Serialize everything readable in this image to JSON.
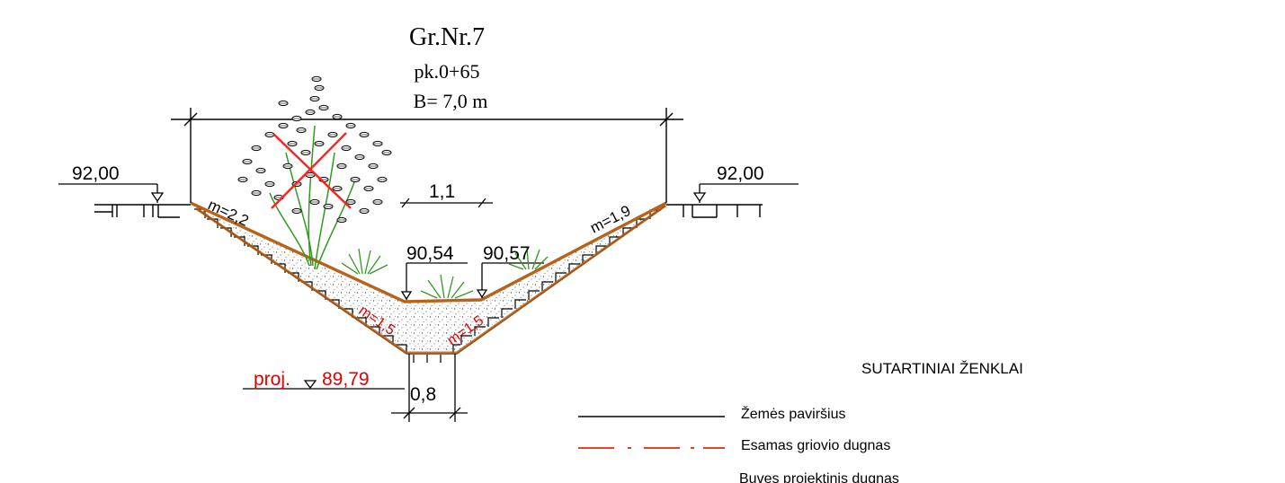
{
  "header": {
    "title": "Gr.Nr.7",
    "picket": "pk.0+65",
    "width": "B= 7,0 m"
  },
  "levels": {
    "left_top": "92,00",
    "right_top": "92,00",
    "bottom_left": "90,54",
    "bottom_right": "90,57",
    "proj_prefix": "proj.",
    "proj_value": "89,79"
  },
  "slopes": {
    "left_existing": "m=2,2",
    "right_existing": "m=1,9",
    "left_design": "m=1,5",
    "right_design": "m=1,5"
  },
  "dimensions": {
    "offset": "1,1",
    "bottom_width": "0,8"
  },
  "legend": {
    "title": "SUTARTINIAI ŽENKLAI",
    "items": [
      {
        "label": "Žemės paviršius",
        "color": "#000000"
      },
      {
        "label": "Esamas griovio dugnas",
        "color": "#d92b0a"
      },
      {
        "label": "Buvęs projektinis dugnas",
        "color": "#000000"
      }
    ]
  },
  "colors": {
    "existing_bottom": "#b8621a",
    "design": "#e00000",
    "cross_out": "#ff2020",
    "vegetation": "#2e9a1e"
  },
  "icons": {
    "tree": "tree-icon",
    "grass": "grass-icon",
    "level_marker": "level-triangle-icon"
  }
}
